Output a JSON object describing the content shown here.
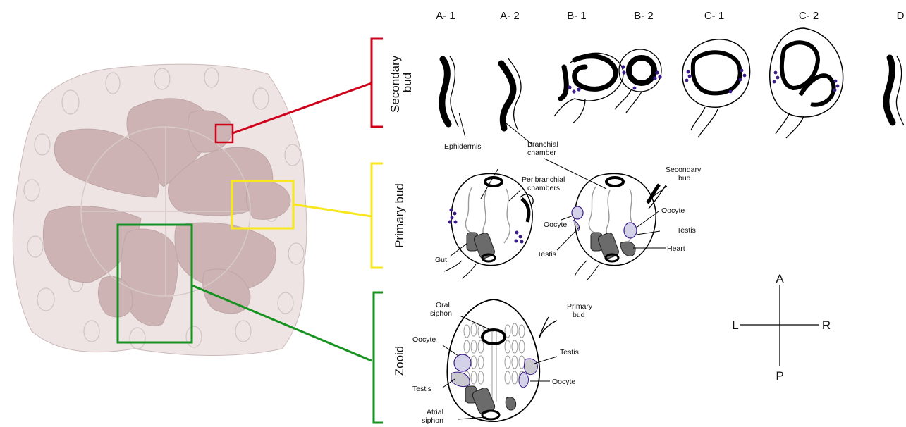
{
  "stages": [
    "A- 1",
    "A- 2",
    "B- 1",
    "B- 2",
    "C- 1",
    "C- 2",
    "D"
  ],
  "brackets": {
    "secondary_bud": [
      "Secondary",
      "bud"
    ],
    "primary_bud": "Primary bud",
    "zoid": "Zooid"
  },
  "primary_bud_labels": {
    "ephidermis": "Ephidermis",
    "branchial_chamber": [
      "Branchial",
      "chamber"
    ],
    "peribranchial_chambers": [
      "Peribranchial",
      "chambers"
    ],
    "gut": "Gut",
    "secondary_bud": [
      "Secondary",
      "bud"
    ],
    "oocyte_left": "Oocyte",
    "oocyte_right": "Oocyte",
    "testis_left": "Testis",
    "testis_right": "Testis",
    "heart": "Heart"
  },
  "zooid_labels": {
    "oral_siphon": [
      "Oral",
      "siphon"
    ],
    "primary_bud": [
      "Primary",
      "bud"
    ],
    "oocyte_left": "Oocyte",
    "testis_left": "Testis",
    "testis_right": "Testis",
    "oocyte_right": "Oocyte",
    "atrial_siphon": [
      "Atrial",
      "siphon"
    ]
  },
  "axes": {
    "anterior": "A",
    "posterior": "P",
    "left": "L",
    "right": "R"
  },
  "colors": {
    "secondary_box": "#d0021b",
    "primary_box": "#f8e71c",
    "zooid_box": "#15921f",
    "colony_tunic": "#efe4e4",
    "zooid_fill": "#cdb3b3",
    "oocyte_dot": "#3b1a8a",
    "organ_dark": "#6b6b6b",
    "organ_light": "#c9c9cf"
  }
}
